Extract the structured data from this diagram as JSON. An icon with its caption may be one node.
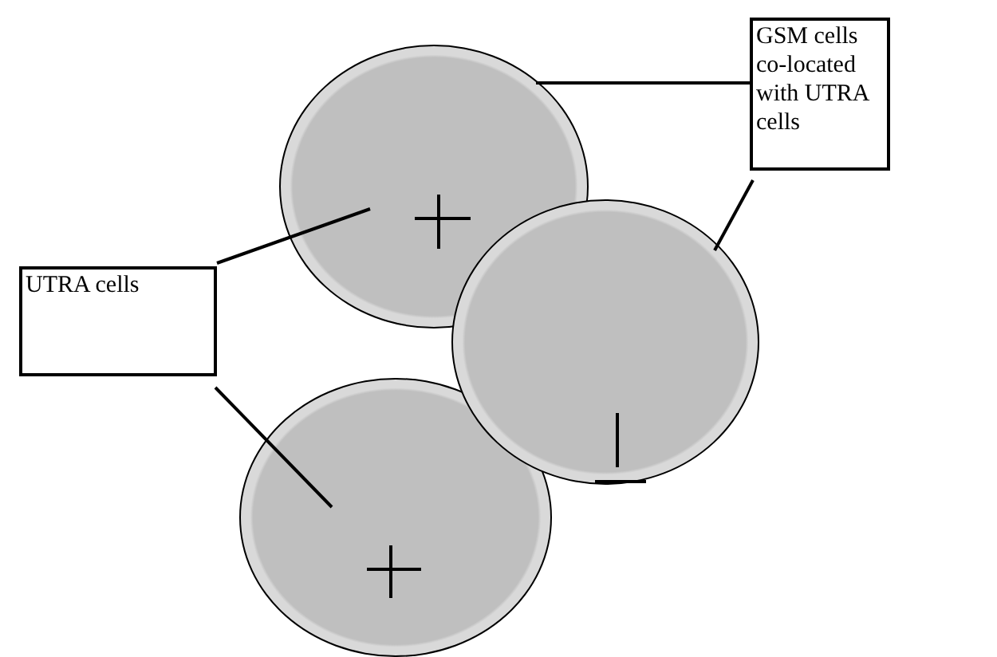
{
  "diagram": {
    "nodes": [
      {
        "text": [
          "GSM cells co-located with UTRA cells"
        ]
      },
      {
        "text": [
          "UTRA cells"
        ]
      },
      {
        "text": [],
        "shape": "circle"
      },
      {
        "text": [],
        "shape": "circle"
      },
      {
        "text": [],
        "shape": "circle"
      }
    ],
    "edges": [
      {
        "from": 0,
        "to": 2,
        "arrow": "none"
      },
      {
        "from": 0,
        "to": 3,
        "arrow": "none"
      },
      {
        "from": 1,
        "to": 2,
        "arrow": "none"
      },
      {
        "from": 1,
        "to": 4,
        "arrow": "none"
      }
    ]
  }
}
